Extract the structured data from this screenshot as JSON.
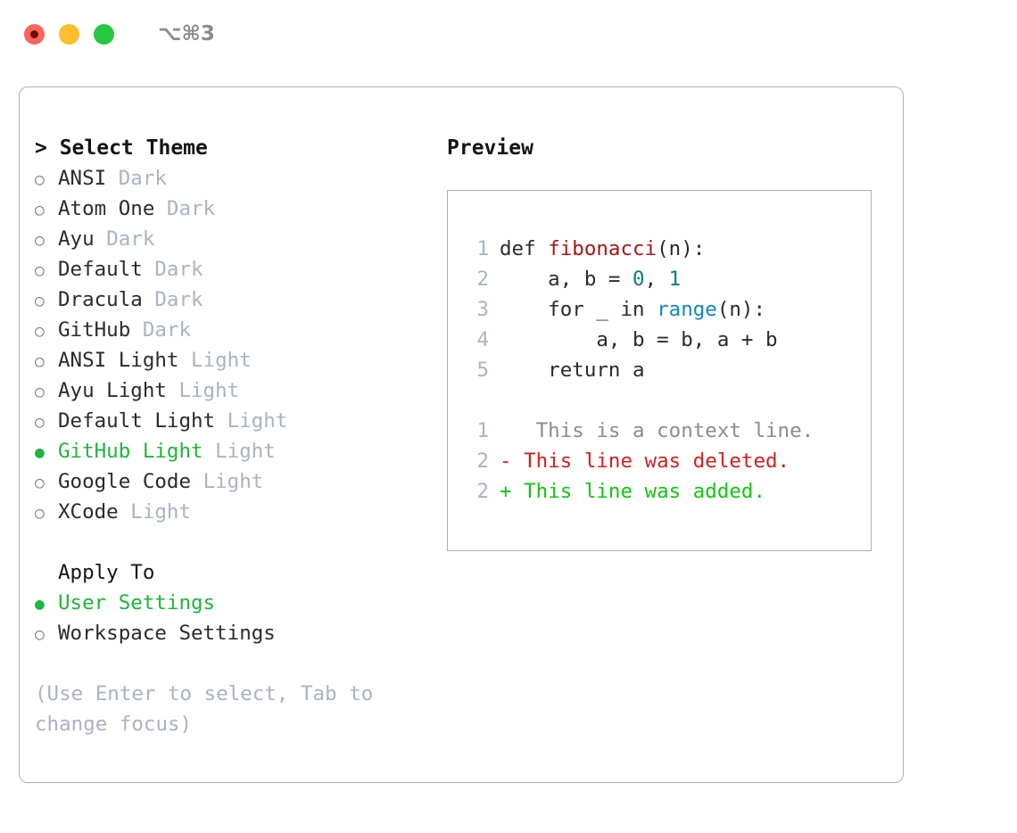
{
  "titlebar": {
    "shortcut": "⌥⌘3",
    "lights": [
      "close-red",
      "minimize-yellow",
      "maximize-green"
    ]
  },
  "left": {
    "header": "> Select Theme",
    "themes": [
      {
        "bullet": "○",
        "name": "ANSI",
        "badge": "Dark",
        "selected": false
      },
      {
        "bullet": "○",
        "name": "Atom One",
        "badge": "Dark",
        "selected": false
      },
      {
        "bullet": "○",
        "name": "Ayu",
        "badge": "Dark",
        "selected": false
      },
      {
        "bullet": "○",
        "name": "Default",
        "badge": "Dark",
        "selected": false
      },
      {
        "bullet": "○",
        "name": "Dracula",
        "badge": "Dark",
        "selected": false
      },
      {
        "bullet": "○",
        "name": "GitHub",
        "badge": "Dark",
        "selected": false
      },
      {
        "bullet": "○",
        "name": "ANSI Light",
        "badge": "Light",
        "selected": false
      },
      {
        "bullet": "○",
        "name": "Ayu Light",
        "badge": "Light",
        "selected": false
      },
      {
        "bullet": "○",
        "name": "Default Light",
        "badge": "Light",
        "selected": false
      },
      {
        "bullet": "●",
        "name": "GitHub Light",
        "badge": "Light",
        "selected": true
      },
      {
        "bullet": "○",
        "name": "Google Code",
        "badge": "Light",
        "selected": false
      },
      {
        "bullet": "○",
        "name": "XCode",
        "badge": "Light",
        "selected": false
      }
    ],
    "apply_to": {
      "header": "Apply To",
      "options": [
        {
          "bullet": "●",
          "name": "User Settings",
          "selected": true
        },
        {
          "bullet": "○",
          "name": "Workspace Settings",
          "selected": false
        }
      ]
    },
    "hint": "(Use Enter to select, Tab to change focus)"
  },
  "right": {
    "header": "Preview",
    "code_lines": [
      {
        "ln": "1",
        "segments": [
          {
            "t": "def ",
            "k": "plain"
          },
          {
            "t": "fibonacci",
            "k": "fn"
          },
          {
            "t": "(n):",
            "k": "plain"
          }
        ]
      },
      {
        "ln": "2",
        "segments": [
          {
            "t": "    a, b = ",
            "k": "plain"
          },
          {
            "t": "0",
            "k": "num"
          },
          {
            "t": ", ",
            "k": "plain"
          },
          {
            "t": "1",
            "k": "num"
          }
        ]
      },
      {
        "ln": "3",
        "segments": [
          {
            "t": "    for _ in ",
            "k": "plain"
          },
          {
            "t": "range",
            "k": "built"
          },
          {
            "t": "(n):",
            "k": "plain"
          }
        ]
      },
      {
        "ln": "4",
        "segments": [
          {
            "t": "        a, b = b, a + b",
            "k": "plain"
          }
        ]
      },
      {
        "ln": "5",
        "segments": [
          {
            "t": "    return a",
            "k": "plain"
          }
        ]
      }
    ],
    "diff_lines": [
      {
        "ln": "1",
        "marker": " ",
        "text": "  This is a context line.",
        "kind": "context"
      },
      {
        "ln": "2",
        "marker": "-",
        "text": " This line was deleted.",
        "kind": "deleted"
      },
      {
        "ln": "2",
        "marker": "+",
        "text": " This line was added.",
        "kind": "added"
      }
    ]
  },
  "colors": {
    "accent_green": "#1eb53a",
    "border": "#a9b2c0",
    "muted": "#a9b4c3",
    "deleted_red": "#cf2020",
    "added_green": "#13c413",
    "function_red": "#a61717",
    "number_teal": "#0a7b83",
    "builtin_blue": "#1287c0",
    "light_red": "#f9665d",
    "light_yellow": "#fcbe2c",
    "light_green": "#27c73f"
  }
}
